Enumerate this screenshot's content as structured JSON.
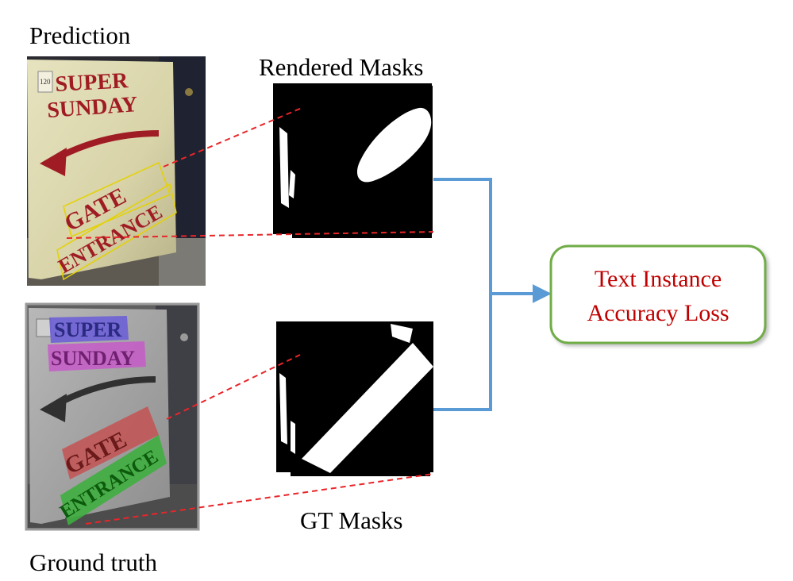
{
  "labels": {
    "prediction": "Prediction",
    "ground_truth": "Ground truth",
    "rendered_masks": "Rendered Masks",
    "gt_masks": "GT Masks",
    "loss_line1": "Text Instance",
    "loss_line2": "Accuracy Loss"
  },
  "sign_text": {
    "super": "SUPER",
    "sunday": "SUNDAY",
    "gate": "GATE",
    "entrance": "ENTRANCE",
    "tag": "120"
  },
  "colors": {
    "connector_dashed": "#e8262a",
    "arrow_blue": "#5b9bd5",
    "loss_box_border": "#70ad47",
    "loss_text": "#c00000",
    "sign_red": "#a01c24",
    "mask_black": "#000000",
    "gt_super_fill": "#6a5cd8",
    "gt_sunday_fill": "#c55cc8",
    "gt_gate_fill": "#c45252",
    "gt_entrance_fill": "#3fae3f"
  },
  "icons": {
    "prediction_photo": "sign-photo-prediction",
    "ground_truth_photo": "sign-photo-ground-truth",
    "rendered_mask_stack": "mask-stack",
    "gt_mask_stack": "mask-stack"
  }
}
